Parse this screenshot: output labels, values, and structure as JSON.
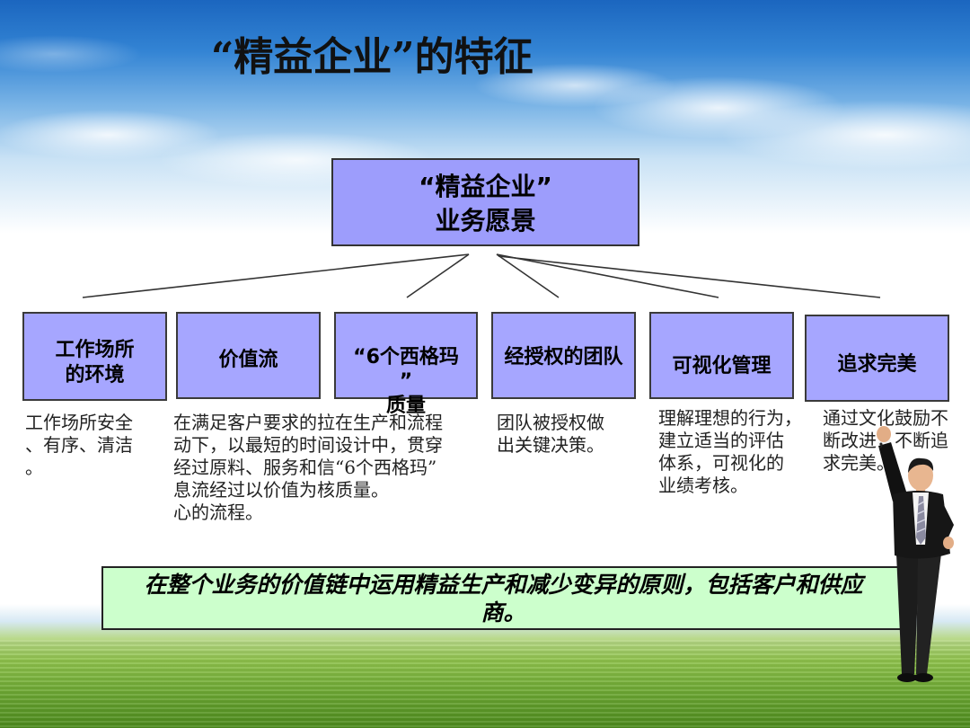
{
  "slide": {
    "title": "“精益企业”的特征",
    "root": {
      "lines": [
        "“精益企业”",
        "业务愿景"
      ]
    },
    "branches": [
      {
        "label_lines": [
          "工作场所",
          "的环境"
        ],
        "description_lines": [
          "工作场所安全",
          "、有序、清洁",
          "。"
        ]
      },
      {
        "label_lines": [
          "价值流"
        ],
        "description_lines": [
          "在满足客户要求的拉在生产和流程",
          "动下，以最短的时间设计中，贯穿",
          "经过原料、服务和信“6个西格玛”",
          "息流经过以价值为核质量。",
          "心的流程。"
        ]
      },
      {
        "label_lines": [
          "“6个西格玛",
          "”",
          "质量"
        ],
        "description_lines": []
      },
      {
        "label_lines": [
          "经授权的团队"
        ],
        "description_lines": [
          "团队被授权做",
          "出关键决策。"
        ]
      },
      {
        "label_lines": [
          "可视化管理"
        ],
        "description_lines": [
          "理解理想的行为，",
          "建立适当的评估",
          "体系，可视化的",
          "业绩考核。"
        ]
      },
      {
        "label_lines": [
          "追求完美"
        ],
        "description_lines": [
          "通过文化鼓励不",
          "断改进，不断追",
          "求完美。"
        ]
      }
    ],
    "footer": {
      "lines": [
        "在整个业务的价值链中运用精益生产和减少变异的原则，包括客户和供应",
        "商。"
      ]
    }
  },
  "colors": {
    "root_box": "#9d9dfc",
    "branch_box": "#a6a6ff",
    "footer_box": "#ccffcc",
    "connector": "#333333"
  },
  "decorations": {
    "figure_icon": "businessman-cheering-icon"
  }
}
